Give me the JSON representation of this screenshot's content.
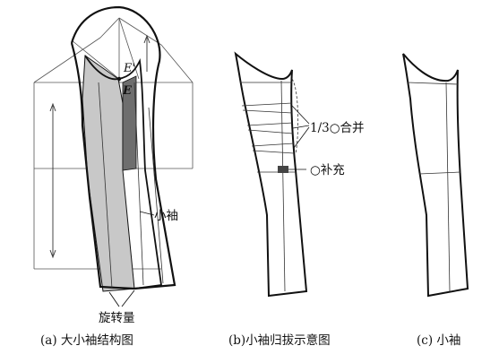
{
  "panel_a": {
    "caption": "(a) 大小袖结构图",
    "point_e_prime": "E'",
    "point_e": "E",
    "small_sleeve_label": "小袖",
    "rotation_label": "旋转量"
  },
  "panel_b": {
    "caption": "(b)小袖归拔示意图",
    "merge_label": "1/3○合并",
    "supplement_label": "○补充"
  },
  "panel_c": {
    "caption": "(c) 小袖"
  },
  "colors": {
    "line": "#111111",
    "light_fill": "#c8c8c8",
    "dark_fill": "#6e6e6e",
    "small_block": "#444444"
  }
}
